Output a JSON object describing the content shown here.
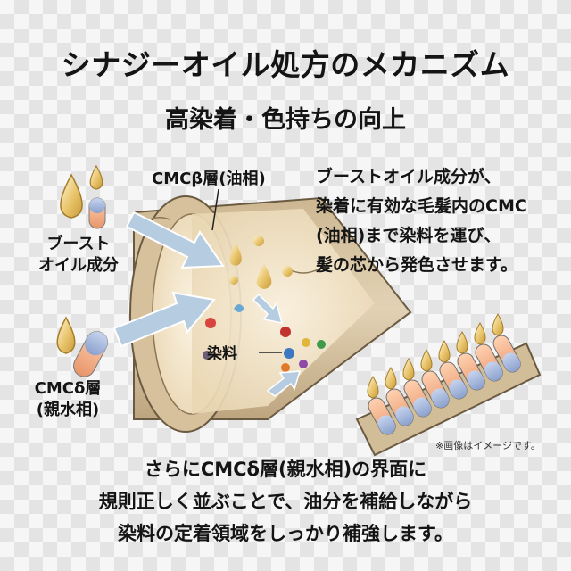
{
  "title": "シナジーオイル処方のメカニズム",
  "subtitle": "高染着・色持ちの向上",
  "labels": {
    "boost_line1": "ブースト",
    "boost_line2": "オイル成分",
    "beta": "CMCβ層(油相)",
    "dye": "染料",
    "delta_line1": "CMCδ層",
    "delta_line2": "(親水相)"
  },
  "description_right": [
    "ブーストオイル成分が、",
    "染着に有効な毛髪内のCMC",
    "(油相)まで染料を運び、",
    "髪の芯から発色させます。"
  ],
  "description_bottom": [
    "さらにCMCδ層(親水相)の界面に",
    "規則正しく並ぶことで、油分を補給しながら",
    "染料の定着領域をしっかり補強します。"
  ],
  "note": "※画像はイメージです。",
  "colors": {
    "oil": "#e8c46a",
    "capsule_top": "#9aaed6",
    "capsule_bottom": "#f0a878",
    "hair": "#d9c6a6",
    "hair_inner": "#f3e6cc",
    "arrow": "#b6cce0"
  }
}
